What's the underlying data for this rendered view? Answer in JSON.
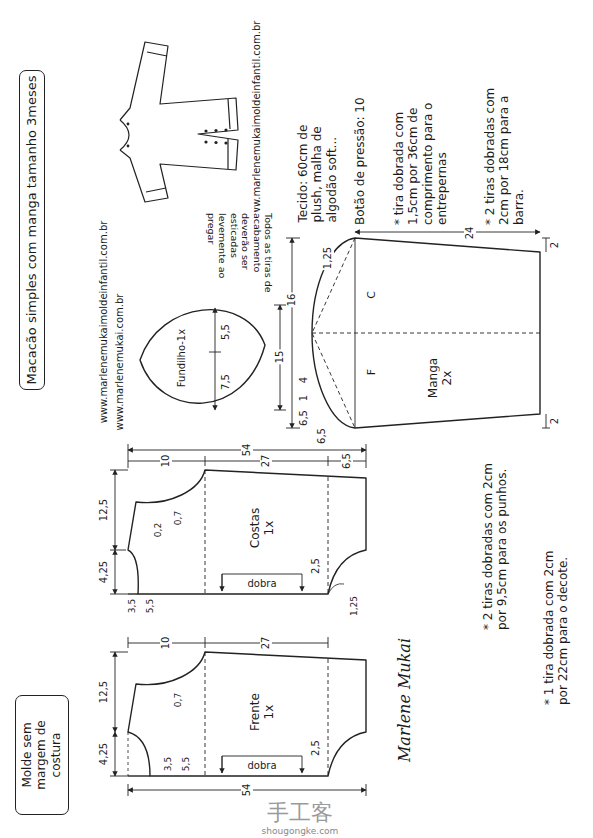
{
  "diagram": {
    "nodes": [
      {
        "text": [
          "Macacão simples com manga tamanho 3meses"
        ]
      },
      {
        "text": [
          "Fundilho-1x"
        ]
      },
      {
        "text": [
          "Manga",
          "2x"
        ]
      },
      {
        "text": [
          "Costas",
          "1x"
        ]
      },
      {
        "text": [
          "Frente",
          "1x"
        ]
      },
      {
        "text": [
          "Molde sem margem de costura"
        ]
      }
    ],
    "labels": [
      "www.marlenemukaimoldeinfantil.com.br",
      "www.marlenemukaimoldeinfantil.com.br",
      "www.marlenemukai.com.br",
      "Todos as tiras de acabamento deverão ser esticadas levemente ao pregar",
      "Tecido: 60cm de plush, malha de algodão soft...",
      "Botão de pressão: 10",
      "* tira dobrada com 1,5cm por 36cm de comprimento para o entrepernas",
      "* 2 tiras dobradas com 2cm por 18cm para a barra.",
      "24",
      "16",
      "2",
      "2",
      "1,25",
      "C",
      "F",
      "4",
      "1",
      "6,5",
      "6,5",
      "5,5",
      "7,5",
      "15",
      "54",
      "10",
      "27",
      "6,5",
      "12,5",
      "4,25",
      "0,7",
      "0,2",
      "3,5",
      "5,5",
      "2,5",
      "1,25",
      "dobra",
      "10",
      "27",
      "12,5",
      "4,25",
      "0,7",
      "3,5",
      "5,5",
      "2,5",
      "54",
      "dobra",
      "Marlene Mukai",
      "* 2 tiras dobradas com 2cm por 9,5cm para os punhos.",
      "* 1 tira dobrada com 2cm por 22cm para o decote.",
      "手工客",
      "shougongke.com"
    ]
  }
}
